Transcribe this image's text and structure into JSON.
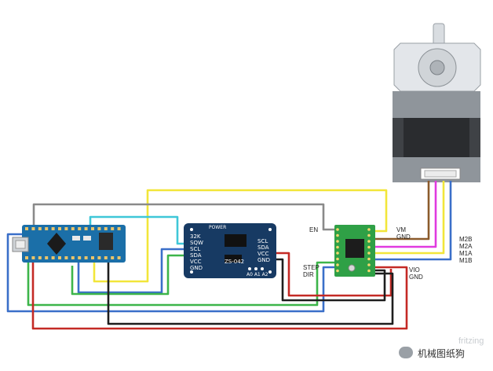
{
  "rtc": {
    "power_label": "POWER",
    "model": "ZS-042",
    "address_pins": "A0 A1 A2",
    "left_pins": [
      "32K",
      "SQW",
      "SCL",
      "SDA",
      "VCC",
      "GND"
    ],
    "right_pins": [
      "SCL",
      "SDA",
      "VCC",
      "GND"
    ]
  },
  "driver": {
    "left_labels": {
      "en": "EN",
      "step": "STEP",
      "dir": "DIR"
    },
    "right_labels": [
      "VM",
      "GND",
      "M2B",
      "M2A",
      "M1A",
      "M1B",
      "VIO",
      "GND"
    ]
  },
  "wire_colors": {
    "yellow": "#f2e63a",
    "gray": "#8a8a8a",
    "cyan": "#3fc7d8",
    "blue": "#3a6fc9",
    "green": "#3db54a",
    "red": "#c42a25",
    "black": "#1e1e1e",
    "brown": "#8b5a2b",
    "magenta": "#e03adf"
  },
  "board_colors": {
    "arduino": "#1b6fa8",
    "rtc": "#173a63",
    "driver": "#2fa046",
    "motor_body": "#9aa0a6"
  },
  "brand_text": "fritzing",
  "watermark_text": "机械图纸狗"
}
